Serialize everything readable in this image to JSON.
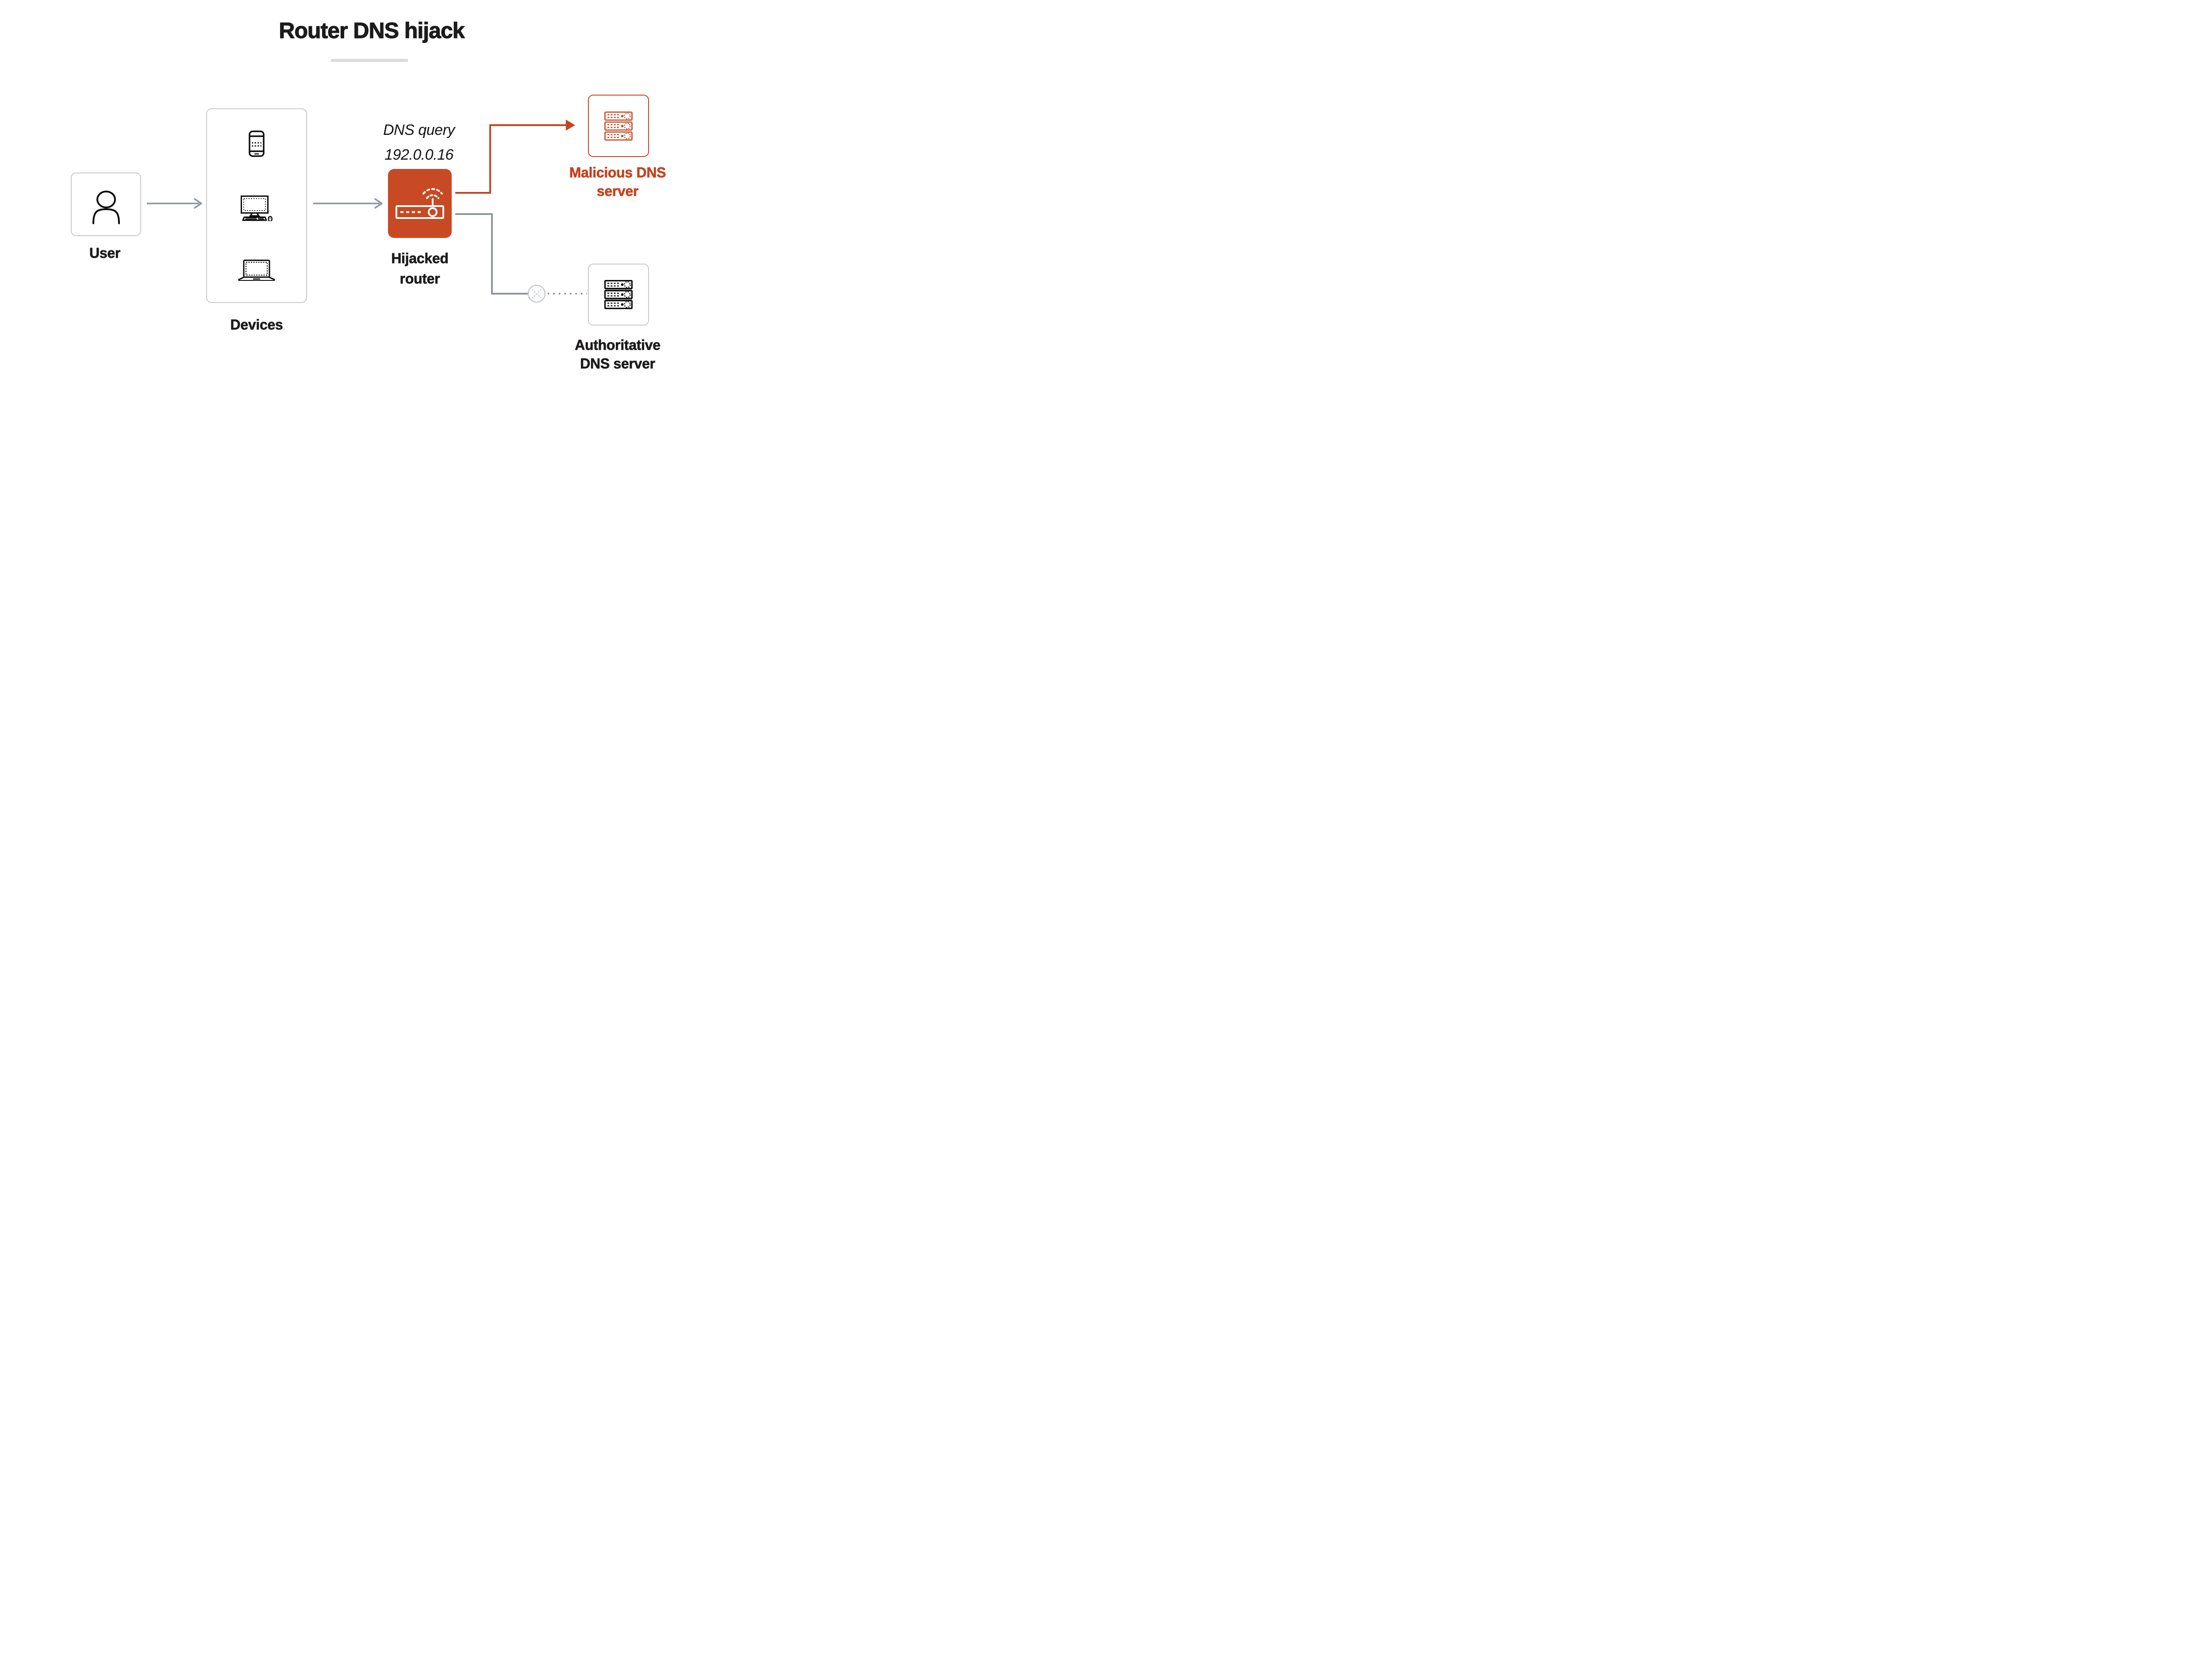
{
  "diagram": {
    "title": "Router DNS hijack",
    "annotation": {
      "line1": "DNS query",
      "line2": "192.0.0.16"
    },
    "nodes": {
      "user": {
        "label": "User",
        "icon": "person-icon"
      },
      "devices": {
        "label": "Devices",
        "icons": [
          "smartphone-icon",
          "desktop-computer-icon",
          "laptop-icon"
        ]
      },
      "router": {
        "label_line1": "Hijacked",
        "label_line2": "router",
        "icon": "wifi-router-icon"
      },
      "malicious": {
        "label_line1": "Malicious DNS",
        "label_line2": "server",
        "icon": "server-stack-icon"
      },
      "authoritative": {
        "label_line1": "Authoritative",
        "label_line2": "DNS server",
        "icon": "server-stack-icon"
      }
    },
    "connections": [
      {
        "from": "user",
        "to": "devices",
        "style": "gray-arrow"
      },
      {
        "from": "devices",
        "to": "router",
        "style": "gray-arrow"
      },
      {
        "from": "router",
        "to": "malicious",
        "style": "red-elbow-arrow",
        "note": "hijacked DNS query redirected"
      },
      {
        "from": "router",
        "to": "authoritative",
        "style": "gray-elbow-dotted-blocked",
        "note": "legitimate path blocked (x)"
      }
    ],
    "colors": {
      "accent_red": "#C5431F",
      "router_fill": "#C74A24",
      "connector_gray": "#8E959D",
      "box_border_gray": "#C9C9C9",
      "underline_gray": "#DBDBDB",
      "text_black": "#1D1B1B",
      "background": "#FFFFFF"
    }
  }
}
